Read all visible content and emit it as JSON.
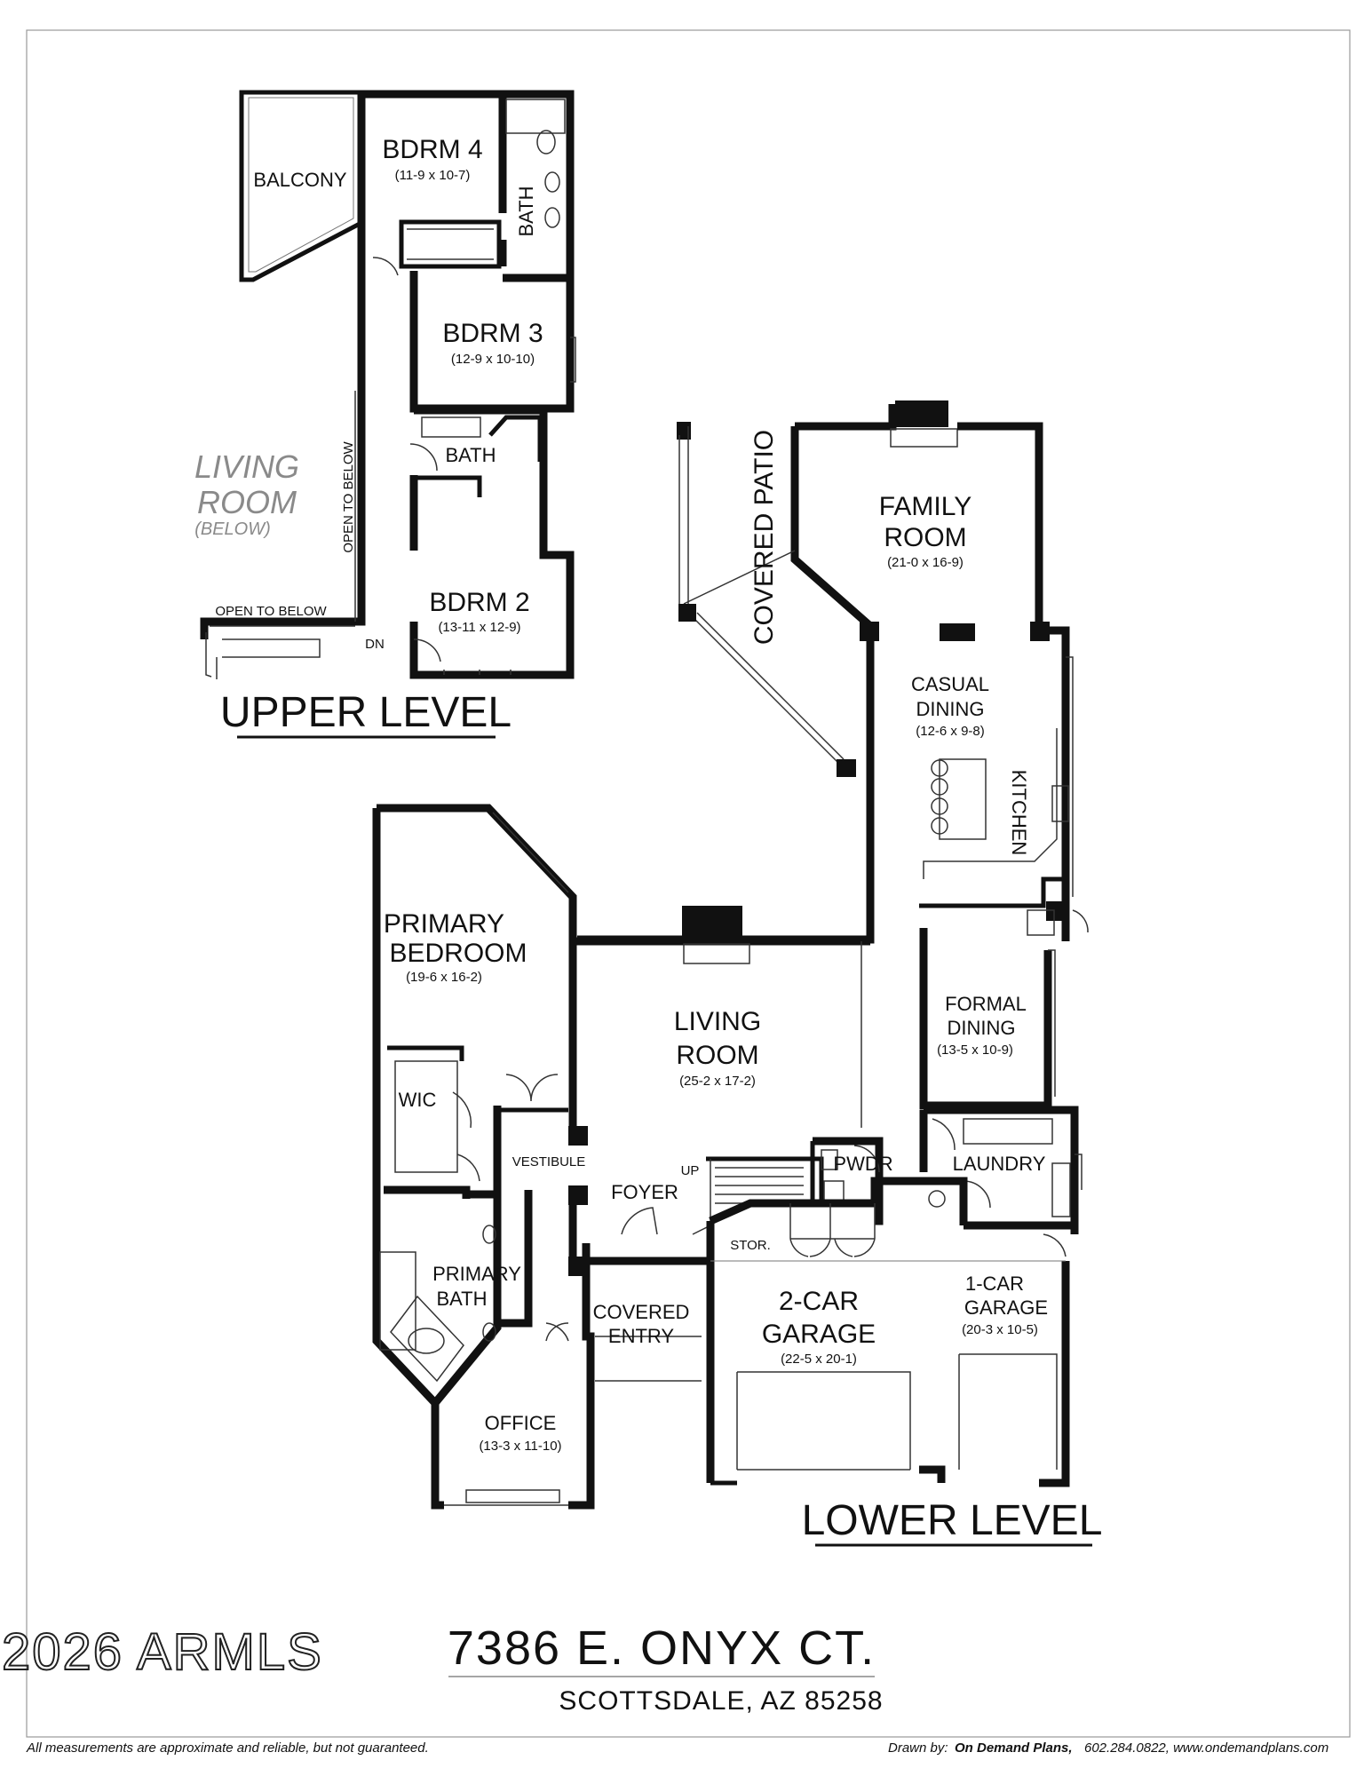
{
  "levels": {
    "upper": "UPPER LEVEL",
    "lower": "LOWER LEVEL"
  },
  "upper_rooms": {
    "balcony": "BALCONY",
    "bdrm4": {
      "name": "BDRM 4",
      "dims": "(11-9 x 10-7)"
    },
    "bath_upper_a": "BATH",
    "bdrm3": {
      "name": "BDRM 3",
      "dims": "(12-9 x 10-10)"
    },
    "bath_upper_b": "BATH",
    "bdrm2": {
      "name": "BDRM 2",
      "dims": "(13-11 x 12-9)"
    },
    "living_below": {
      "line1": "LIVING",
      "line2": "ROOM",
      "line3": "(BELOW)"
    },
    "open_to_below_v": "OPEN TO BELOW",
    "open_to_below_h": "OPEN TO BELOW",
    "dn": "DN"
  },
  "lower_rooms": {
    "covered_patio": "COVERED PATIO",
    "family_room": {
      "line1": "FAMILY",
      "line2": "ROOM",
      "dims": "(21-0 x 16-9)"
    },
    "casual_dining": {
      "line1": "CASUAL",
      "line2": "DINING",
      "dims": "(12-6 x 9-8)"
    },
    "kitchen": "KITCHEN",
    "primary_bedroom": {
      "line1": "PRIMARY",
      "line2": "BEDROOM",
      "dims": "(19-6 x 16-2)"
    },
    "living_room": {
      "line1": "LIVING",
      "line2": "ROOM",
      "dims": "(25-2 x 17-2)"
    },
    "formal_dining": {
      "line1": "FORMAL",
      "line2": "DINING",
      "dims": "(13-5 x 10-9)"
    },
    "wic": "WIC",
    "vestibule": "VESTIBULE",
    "up": "UP",
    "pwdr": "PWDR",
    "laundry": "LAUNDRY",
    "foyer": "FOYER",
    "primary_bath": {
      "line1": "PRIMARY",
      "line2": "BATH"
    },
    "stor": "STOR.",
    "covered_entry": {
      "line1": "COVERED",
      "line2": "ENTRY"
    },
    "garage2": {
      "line1": "2-CAR",
      "line2": "GARAGE",
      "dims": "(22-5 x 20-1)"
    },
    "garage1": {
      "line1": "1-CAR",
      "line2": "GARAGE",
      "dims": "(20-3 x 10-5)"
    },
    "office": {
      "name": "OFFICE",
      "dims": "(13-3 x 11-10)"
    }
  },
  "address": {
    "street": "7386 E. ONYX CT.",
    "city": "SCOTTSDALE, AZ 85258"
  },
  "watermark": "2026 ARMLS",
  "footer": {
    "disclaimer": "All measurements are approximate and reliable, but not guaranteed.",
    "drawn_by_label": "Drawn by:",
    "drawn_by_company": "On Demand Plans,",
    "drawn_by_contact": "602.284.0822, www.ondemandplans.com"
  }
}
